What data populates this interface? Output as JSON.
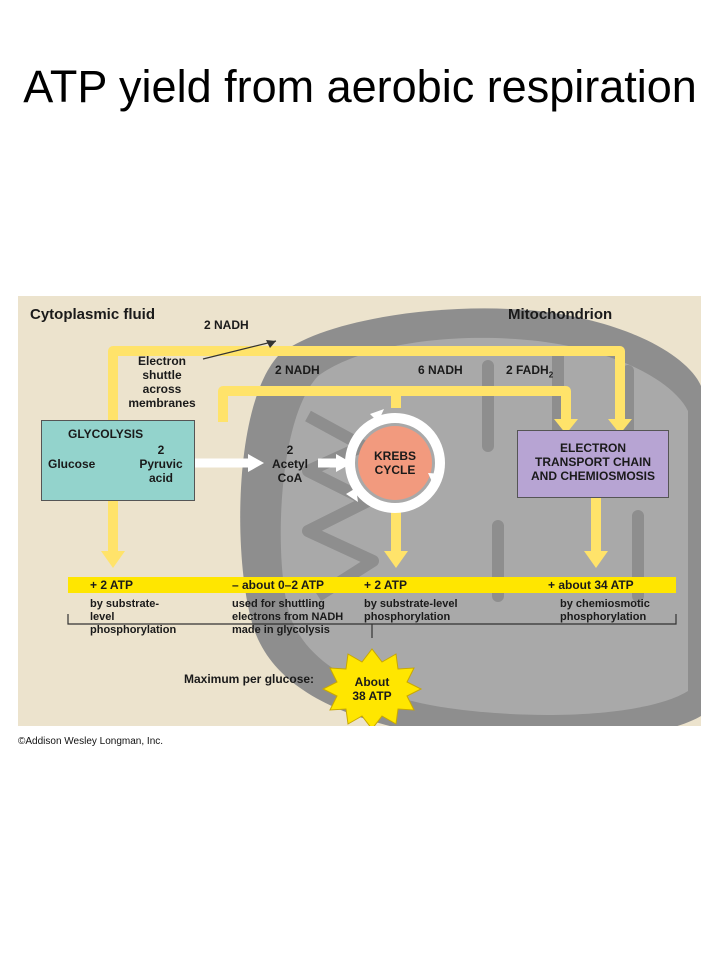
{
  "title": "ATP yield from aerobic respiration",
  "regions": {
    "cytoplasm": "Cytoplasmic fluid",
    "mitochondrion": "Mitochondrion"
  },
  "nadh_top": "2 NADH",
  "shuttle_note": [
    "Electron",
    "shuttle",
    "across",
    "membranes"
  ],
  "nadh_mid": "2 NADH",
  "nadh_krebs": "6 NADH",
  "fadh": {
    "text": "2 FADH",
    "sub": "2"
  },
  "glycolysis": {
    "title": "GLYCOLYSIS",
    "glucose": "Glucose",
    "pyruvic": [
      "2",
      "Pyruvic",
      "acid"
    ]
  },
  "acetyl": [
    "2",
    "Acetyl",
    "CoA"
  ],
  "krebs": [
    "KREBS",
    "CYCLE"
  ],
  "etc": [
    "ELECTRON",
    "TRANSPORT CHAIN",
    "AND CHEMIOSMOSIS"
  ],
  "atp": [
    {
      "value": "+ 2 ATP",
      "desc": [
        "by substrate-",
        "level",
        "phosphorylation"
      ]
    },
    {
      "value": "– about 0–2 ATP",
      "desc": [
        "used for shuttling",
        "electrons from NADH",
        "made in glycolysis"
      ]
    },
    {
      "value": "+ 2 ATP",
      "desc": [
        "by substrate-level",
        "phosphorylation"
      ]
    },
    {
      "value": "+ about 34 ATP",
      "desc": [
        "by chemiosmotic",
        "phosphorylation"
      ]
    }
  ],
  "max_label": "Maximum per glucose:",
  "max_value": [
    "About",
    "38 ATP"
  ],
  "copyright": "©Addison Wesley Longman, Inc.",
  "colors": {
    "arrow": "#ffe36a",
    "glycolysis": "#93d3cc",
    "etc": "#b7a4d3",
    "krebs": "#f29a7e",
    "background": "#ece3cd",
    "mito": "#8e8e8e"
  }
}
